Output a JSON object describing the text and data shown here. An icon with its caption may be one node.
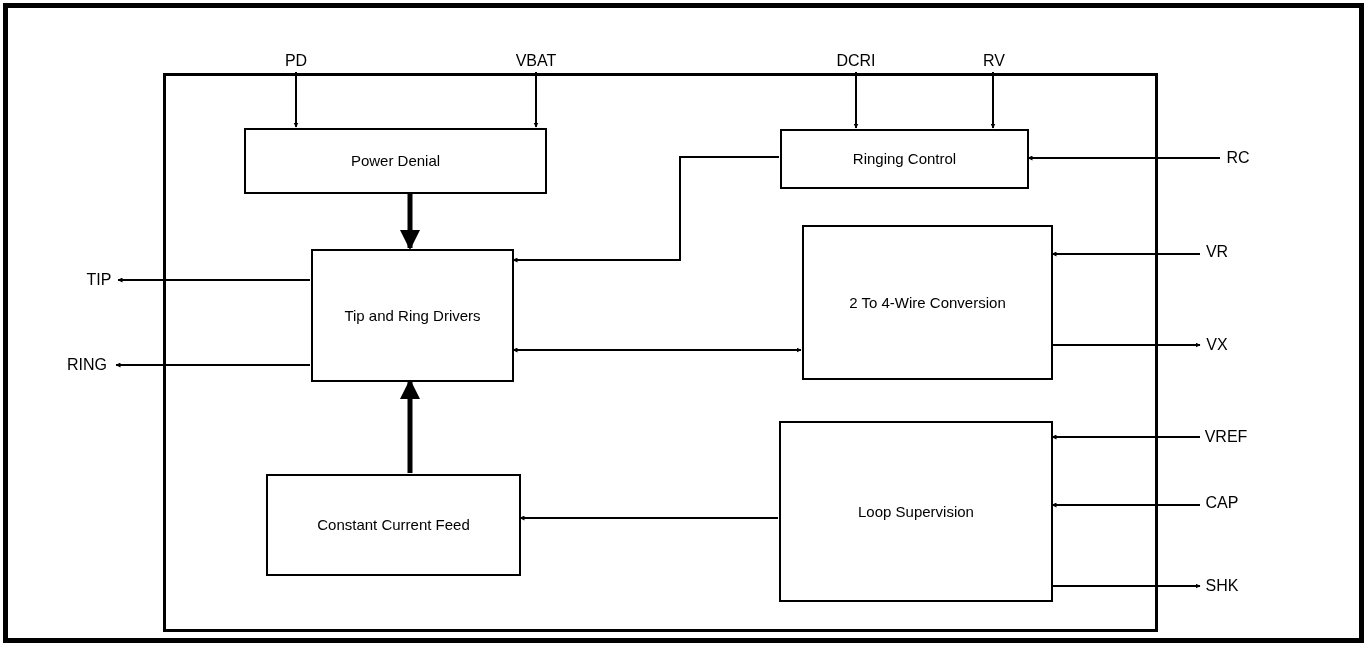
{
  "diagram": {
    "nodes": [
      {
        "text": [],
        "shape": "box"
      },
      {
        "text": [
          "PD"
        ]
      },
      {
        "text": [
          "VBAT"
        ]
      },
      {
        "text": [
          "DCRI"
        ]
      },
      {
        "text": [
          "RV"
        ]
      },
      {
        "text": [
          "Power Denial"
        ],
        "in": 0
      },
      {
        "text": [
          "Ringing Control"
        ],
        "in": 0
      },
      {
        "text": [
          "RC"
        ]
      },
      {
        "text": [
          "TIP"
        ]
      },
      {
        "text": [
          "Tip and Ring Drivers"
        ],
        "in": 0
      },
      {
        "text": [
          "2 To 4-Wire Conversion"
        ],
        "in": 0
      },
      {
        "text": [
          "VR"
        ]
      },
      {
        "text": [
          "RING"
        ]
      },
      {
        "text": [
          "VX"
        ]
      },
      {
        "text": [
          "VREF"
        ]
      },
      {
        "text": [
          "Loop Supervision"
        ],
        "in": 0
      },
      {
        "text": [
          "Constant Current Feed"
        ],
        "in": 0
      },
      {
        "text": [
          "CAP"
        ]
      },
      {
        "text": [
          "SHK"
        ]
      }
    ],
    "edges": [
      {
        "from": 1,
        "to": 5,
        "arrow": "to"
      },
      {
        "from": 2,
        "to": 5,
        "arrow": "to"
      },
      {
        "from": 3,
        "to": 6,
        "arrow": "to"
      },
      {
        "from": 4,
        "to": 6,
        "arrow": "to"
      },
      {
        "from": 7,
        "to": 6,
        "arrow": "to"
      },
      {
        "from": 5,
        "to": 9,
        "arrow": "to",
        "style": "thick"
      },
      {
        "from": 6,
        "to": 9,
        "arrow": "to"
      },
      {
        "from": 9,
        "to": 8,
        "arrow": "to"
      },
      {
        "from": 9,
        "to": 12,
        "arrow": "to"
      },
      {
        "from": 9,
        "to": 10,
        "arrow": "both"
      },
      {
        "from": 11,
        "to": 10,
        "arrow": "to"
      },
      {
        "from": 10,
        "to": 13,
        "arrow": "to"
      },
      {
        "from": 14,
        "to": 15,
        "arrow": "to"
      },
      {
        "from": 17,
        "to": 15,
        "arrow": "to"
      },
      {
        "from": 15,
        "to": 18,
        "arrow": "to"
      },
      {
        "from": 15,
        "to": 16,
        "arrow": "to"
      },
      {
        "from": 16,
        "to": 9,
        "arrow": "to",
        "style": "thick"
      }
    ]
  }
}
